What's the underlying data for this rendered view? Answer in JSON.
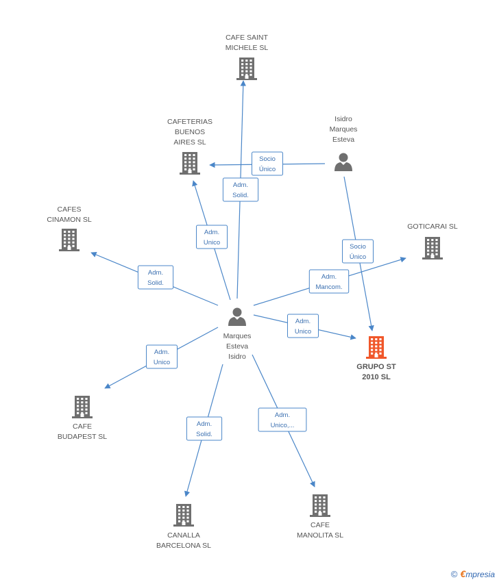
{
  "colors": {
    "edge": "#4a86c8",
    "building": "#6f6f6f",
    "building_highlight": "#f0572a",
    "person": "#6f6f6f",
    "label": "#555555",
    "edge_label": "#3a6fb0"
  },
  "nodes": [
    {
      "id": "cafe-saint-michele",
      "type": "building",
      "lines": [
        "CAFE SAINT",
        "MICHELE  SL"
      ]
    },
    {
      "id": "cafeterias-buenos-aires",
      "type": "building",
      "lines": [
        "CAFETERIAS",
        "BUENOS",
        "AIRES SL"
      ]
    },
    {
      "id": "isidro-marques-esteva",
      "type": "person",
      "lines": [
        "Isidro",
        "Marques",
        "Esteva"
      ]
    },
    {
      "id": "cafes-cinamon",
      "type": "building",
      "lines": [
        "CAFES",
        "CINAMON  SL"
      ]
    },
    {
      "id": "goticarai",
      "type": "building",
      "lines": [
        "GOTICARAI  SL"
      ]
    },
    {
      "id": "marques-esteva-isidro",
      "type": "person",
      "lines": [
        "Marques",
        "Esteva",
        "Isidro"
      ]
    },
    {
      "id": "grupo-st-2010",
      "type": "building",
      "highlight": true,
      "lines": [
        "GRUPO ST",
        "2010 SL"
      ]
    },
    {
      "id": "cafe-budapest",
      "type": "building",
      "lines": [
        "CAFE",
        "BUDAPEST SL"
      ]
    },
    {
      "id": "canalla-barcelona",
      "type": "building",
      "lines": [
        "CANALLA",
        "BARCELONA  SL"
      ]
    },
    {
      "id": "cafe-manolita",
      "type": "building",
      "lines": [
        "CAFE",
        "MANOLITA SL"
      ]
    }
  ],
  "edges": [
    {
      "from": "marques-esteva-isidro",
      "to": "cafe-saint-michele",
      "label": [
        "Adm.",
        "Solid."
      ]
    },
    {
      "from": "marques-esteva-isidro",
      "to": "cafeterias-buenos-aires",
      "label": [
        "Adm.",
        "Unico"
      ]
    },
    {
      "from": "isidro-marques-esteva",
      "to": "cafeterias-buenos-aires",
      "label": [
        "Socio",
        "Único"
      ]
    },
    {
      "from": "marques-esteva-isidro",
      "to": "cafes-cinamon",
      "label": [
        "Adm.",
        "Solid."
      ]
    },
    {
      "from": "marques-esteva-isidro",
      "to": "goticarai",
      "label": [
        "Adm.",
        "Mancom."
      ]
    },
    {
      "from": "isidro-marques-esteva",
      "to": "grupo-st-2010",
      "label": [
        "Socio",
        "Único"
      ]
    },
    {
      "from": "marques-esteva-isidro",
      "to": "grupo-st-2010",
      "label": [
        "Adm.",
        "Unico"
      ]
    },
    {
      "from": "marques-esteva-isidro",
      "to": "cafe-budapest",
      "label": [
        "Adm.",
        "Unico"
      ]
    },
    {
      "from": "marques-esteva-isidro",
      "to": "canalla-barcelona",
      "label": [
        "Adm.",
        "Solid."
      ]
    },
    {
      "from": "marques-esteva-isidro",
      "to": "cafe-manolita",
      "label": [
        "Adm.",
        "Unico,..."
      ]
    }
  ],
  "footer": {
    "copyright": "©",
    "brand_initial": "€",
    "brand_rest": "mpresia"
  }
}
